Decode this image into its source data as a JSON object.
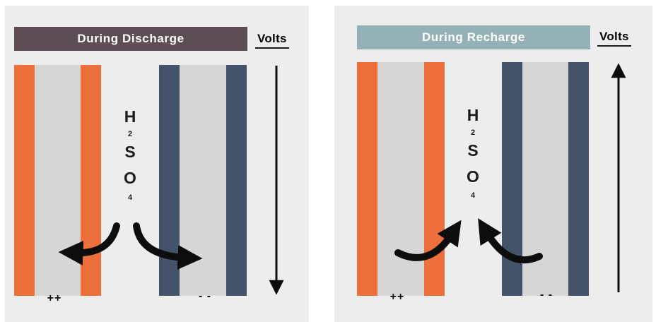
{
  "colors": {
    "canvas_bg": "#ffffff",
    "panel_bg": "#ededee",
    "discharge_header_bg": "#5d4d55",
    "recharge_header_bg": "#95b1b8",
    "positive_plate": "#ec6f3c",
    "plate_center": "#d6d6d6",
    "negative_plate": "#45536a",
    "arrow": "#0d0d0d",
    "header_text": "#ffffff",
    "text": "#1a1a1a"
  },
  "panels": [
    {
      "title": "During Discharge",
      "volts_label": "Volts",
      "volts_arrow_direction": "down",
      "electrolyte": {
        "h": "H",
        "sub_2": "2",
        "s": "S",
        "o": "O",
        "sub_4": "4"
      },
      "positive_terminal_label": "++",
      "negative_terminal_label": "- -"
    },
    {
      "title": "During Recharge",
      "volts_label": "Volts",
      "volts_arrow_direction": "up",
      "electrolyte": {
        "h": "H",
        "sub_2": "2",
        "s": "S",
        "o": "O",
        "sub_4": "4"
      },
      "positive_terminal_label": "++",
      "negative_terminal_label": "- -"
    }
  ]
}
